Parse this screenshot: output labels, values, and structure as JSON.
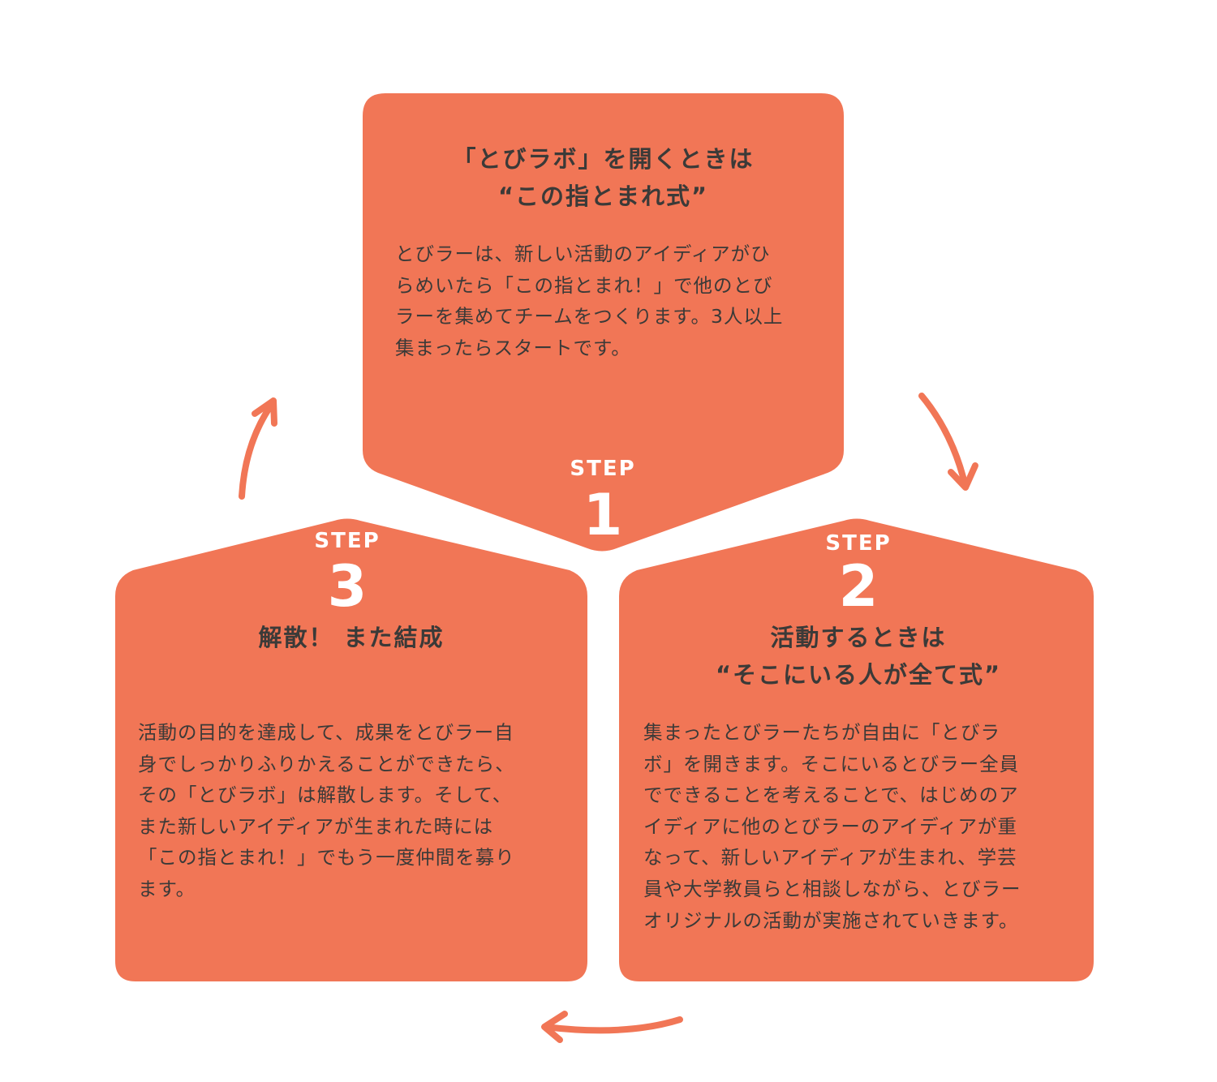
{
  "colors": {
    "panel": "#F17656",
    "text": "#3B3A38",
    "label": "#FFFFFF"
  },
  "steps": [
    {
      "step_label": "STEP",
      "number": "1",
      "title_lines": [
        "「とびラボ」を開くときは",
        "“この指とまれ式”"
      ],
      "body_lines": [
        "とびラーは、新しい活動のアイディアがひ",
        "らめいたら「この指とまれ！」で他のとび",
        "ラーを集めてチームをつくります。3人以上",
        "集まったらスタートです。"
      ]
    },
    {
      "step_label": "STEP",
      "number": "2",
      "title_lines": [
        "活動するときは",
        "“そこにいる人が全て式”"
      ],
      "body_lines": [
        "集まったとびラーたちが自由に「とびラ",
        "ボ」を開きます。そこにいるとびラー全員",
        "でできることを考えることで、はじめのア",
        "イディアに他のとびラーのアイディアが重",
        "なって、新しいアイディアが生まれ、学芸",
        "員や大学教員らと相談しながら、とびラー",
        "オリジナルの活動が実施されていきます。"
      ]
    },
    {
      "step_label": "STEP",
      "number": "3",
      "title_lines": [
        "解散！ また結成"
      ],
      "body_lines": [
        "活動の目的を達成して、成果をとびラー自",
        "身でしっかりふりかえることができたら、",
        "その「とびラボ」は解散します。そして、",
        "また新しいアイディアが生まれた時には",
        "「この指とまれ！」でもう一度仲間を募り",
        "ます。"
      ]
    }
  ]
}
